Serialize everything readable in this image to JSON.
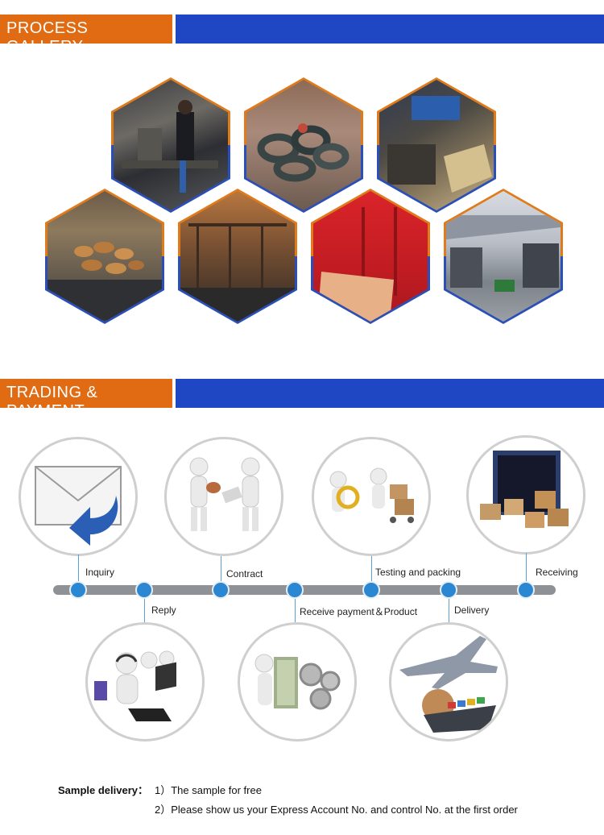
{
  "sections": {
    "process_gallery": "PROCESS GALLERY",
    "trading_payment": "TRADING & PAYMENT"
  },
  "gallery_icons": [
    "forging-workshop-photo",
    "shackles-pile-photo",
    "cutting-operation-photo",
    "conveyor-parts-photo",
    "furnace-line-photo",
    "red-machine-photo",
    "factory-floor-photo"
  ],
  "timeline": {
    "top_labels": [
      "Inquiry",
      "Contract",
      "Testing and packing",
      "Receiving"
    ],
    "bottom_labels": [
      "Reply",
      "Receive payment＆Product",
      "Delivery"
    ],
    "dot_color": "#2b87d1"
  },
  "notes": {
    "label": "Sample delivery：",
    "line1": "1）The sample for free",
    "line2": "2）Please show us your Express Account No. and control No.  at the first order"
  },
  "colors": {
    "accent_orange": "#e06b12",
    "accent_blue": "#1f47c4"
  }
}
